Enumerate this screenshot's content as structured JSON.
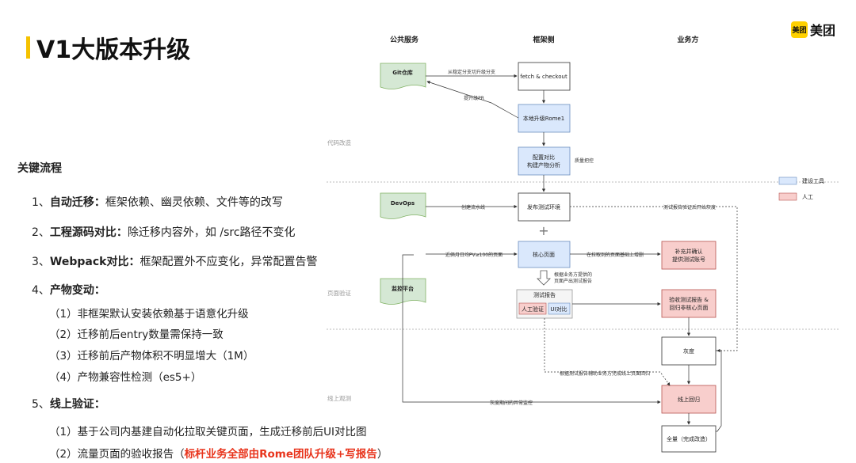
{
  "slide": {
    "title": "V1大版本升级",
    "logo_mark": "美团",
    "logo_text": "美团"
  },
  "left": {
    "heading": "关键流程",
    "items": [
      {
        "num": "1、",
        "bold": "自动迁移：",
        "text": "框架依赖、幽灵依赖、文件等的改写"
      },
      {
        "num": "2、",
        "bold": "工程源码对比：",
        "text": "除迁移内容外，如 /src路径不变化"
      },
      {
        "num": "3、",
        "bold": "Webpack对比：",
        "text": "框架配置外不应变化，异常配置告警"
      },
      {
        "num": "4、",
        "bold": "产物变动：",
        "text": ""
      },
      {
        "num": "5、",
        "bold": "线上验证：",
        "text": ""
      }
    ],
    "sub4": [
      "（1）非框架默认安装依赖基于语意化升级",
      "（2）迁移前后entry数量需保持一致",
      "（3）迁移前后产物体积不明显增大（1M）",
      "（4）产物兼容性检测（es5+）"
    ],
    "sub5": [
      {
        "text": "（1）基于公司内基建自动化拉取关键页面，生成迁移前后UI对比图",
        "highlight": ""
      },
      {
        "text": "（2）流量页面的验收报告（",
        "highlight": "标杆业务全部由Rome团队升级+写报告",
        "tail": "）"
      }
    ]
  },
  "diagram": {
    "headers": {
      "public": "公共服务",
      "framework": "框架侧",
      "business": "业务方"
    },
    "sections": {
      "code": "代码改造",
      "page": "页面验证",
      "online": "线上观测"
    },
    "legend": {
      "tool": "建设工具",
      "human": "人工"
    },
    "colors": {
      "tool": "#dae8fc",
      "toolStroke": "#6c8ebf",
      "human": "#f8cecc",
      "humanStroke": "#b85450",
      "green": "#d5e8d4",
      "greenStroke": "#82b366"
    },
    "nodes": {
      "git": "Git仓库",
      "devops": "DevOps",
      "monitor": "监控平台",
      "fetch": "fetch & checkout",
      "upgrade": "本地升级Rome1",
      "config1": "配置对比",
      "config2": "构建产物分析",
      "publish": "发布测试环境",
      "core": "核心页面",
      "report": "测试报告",
      "manual": "人工验证",
      "ui": "UI对比",
      "supplement1": "补充并确认",
      "supplement2": "提供测试账号",
      "accept1": "验收测试报告 &",
      "accept2": "回归非核心页面",
      "gray": "灰度",
      "rollback": "线上回归",
      "full": "全量（完成改造）"
    },
    "edges": {
      "fromStable": "从稳定分支切升级分支",
      "pr": "提升级PR",
      "quality": "质量把控",
      "pipeline": "创建流水线",
      "reportGray": "测试报告验证后开始灰度",
      "pv": "近俩月日均PV≥100的页面",
      "addPages": "在拉取到的页面基础上增删",
      "reportNote1": "根据业务方提供的",
      "reportNote2": "页面产出测试报告",
      "assist": "根据测试报告辅助业务方完成线上页面回归",
      "grayMonitor": "灰度期间的异常监控"
    },
    "plus": "+"
  }
}
